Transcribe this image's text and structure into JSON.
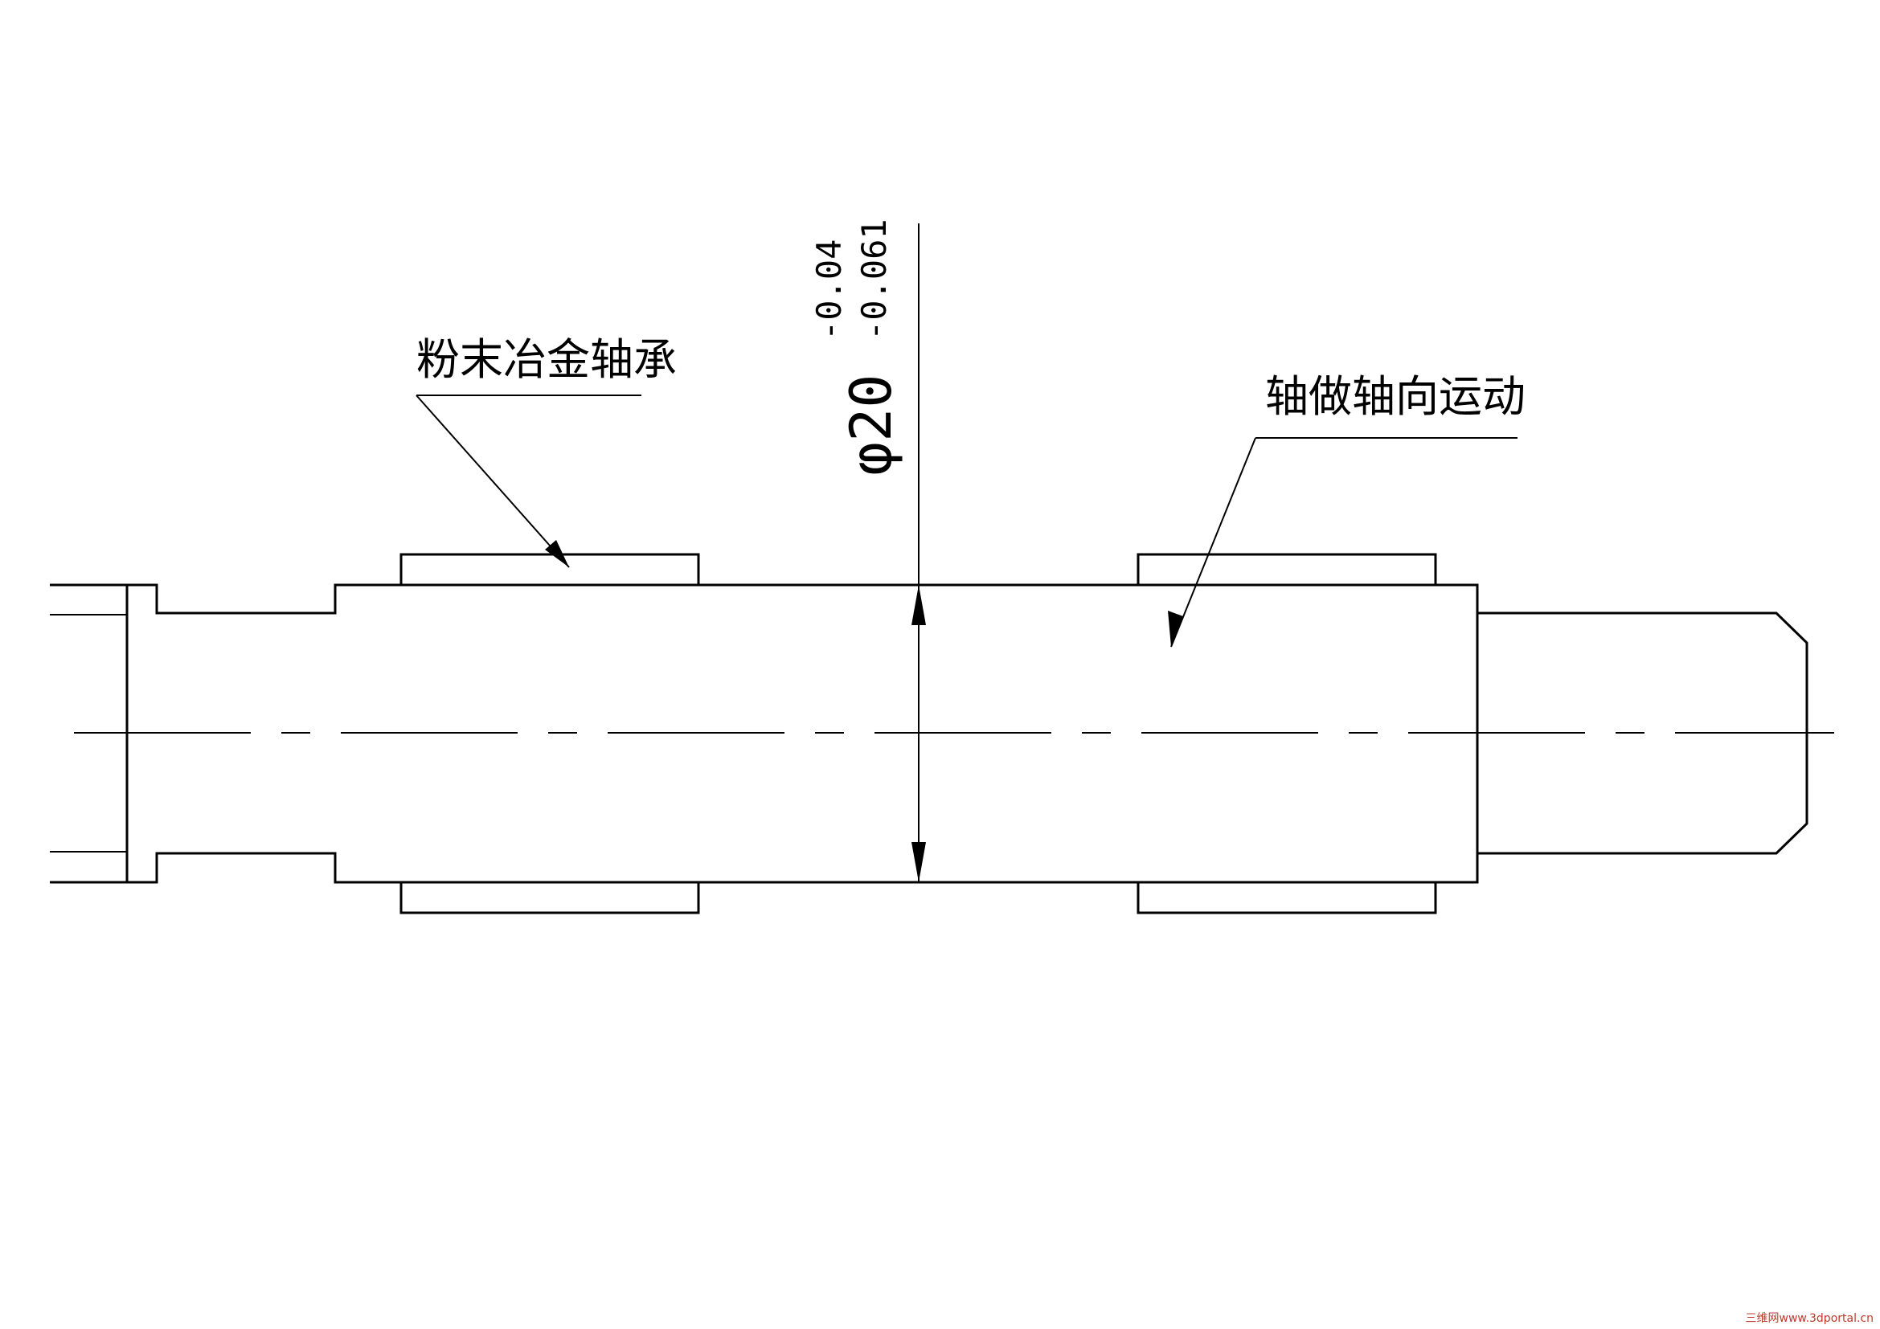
{
  "drawing": {
    "callouts": {
      "bearing_label": "粉末冶金轴承",
      "motion_label": "轴做轴向运动"
    },
    "dimension": {
      "symbol": "φ",
      "nominal": "20",
      "upper_deviation": "-0.04",
      "lower_deviation": "-0.061"
    },
    "watermark": "三维网www.3dportal.cn",
    "colors": {
      "line": "#000000",
      "background": "#ffffff",
      "watermark": "#c0392b"
    }
  }
}
